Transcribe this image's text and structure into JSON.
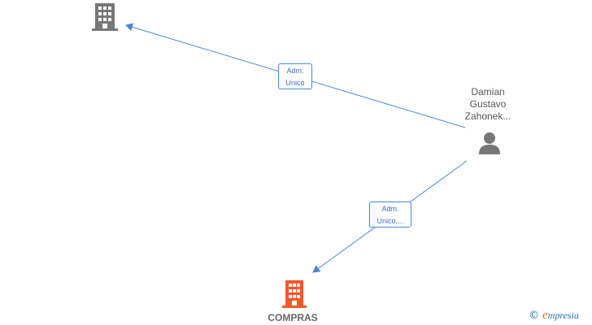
{
  "nodes": {
    "company_top": {
      "label": "",
      "icon": "building-icon",
      "color": "#777777"
    },
    "person": {
      "name_lines": [
        "Damian",
        "Gustavo",
        "Zahonek..."
      ],
      "icon": "person-icon",
      "color": "#777777"
    },
    "company_main": {
      "label": "COMPRAS",
      "icon": "building-icon",
      "color": "#f05a28"
    }
  },
  "edges": {
    "top": {
      "label_lines": [
        "Adm.",
        "Unico"
      ],
      "color": "#4a86d8"
    },
    "bottom": {
      "label_lines": [
        "Adm.",
        "Unico,..."
      ],
      "color": "#4a86d8"
    }
  },
  "watermark": {
    "symbol": "©",
    "brand_initial": "e",
    "brand_rest": "mpresia"
  }
}
